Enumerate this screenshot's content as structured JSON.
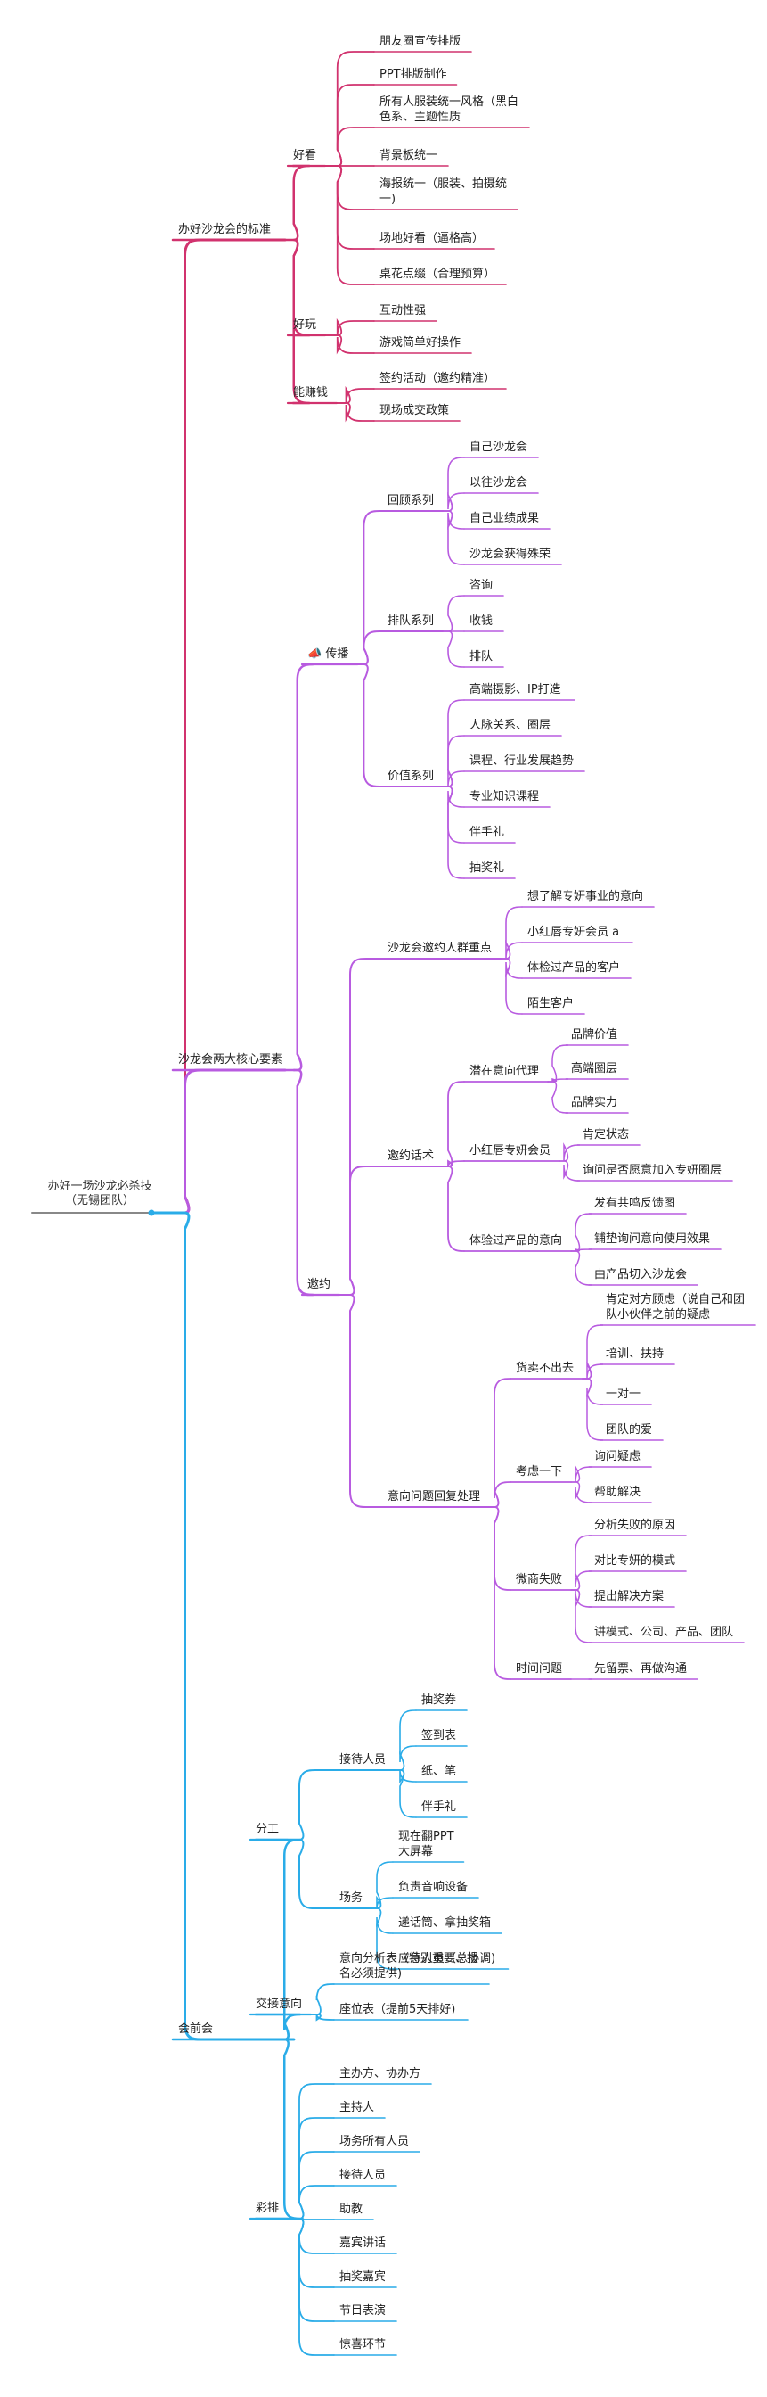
{
  "colors": {
    "root": "#888888",
    "branch_1": "#d1326e",
    "branch_2": "#b85be0",
    "branch_3": "#2aace8"
  },
  "icons": {
    "chuanbo": "megaphone-icon"
  },
  "root": {
    "line1": "办好一场沙龙必杀技",
    "line2": "（无锡团队）"
  },
  "branches": [
    {
      "id": "b1",
      "label": "办好沙龙会的标准",
      "children": [
        {
          "label": "好看",
          "children": [
            {
              "lines": [
                "朋友圈宣传排版"
              ]
            },
            {
              "lines": [
                "PPT排版制作"
              ]
            },
            {
              "lines": [
                "所有人服装统一风格（黑白",
                "色系、主题性质"
              ]
            },
            {
              "lines": [
                "背景板统一"
              ]
            },
            {
              "lines": [
                "海报统一（服装、拍摄统",
                "一)"
              ]
            },
            {
              "lines": [
                "场地好看（逼格高）"
              ]
            },
            {
              "lines": [
                "桌花点缀（合理预算）"
              ]
            }
          ]
        },
        {
          "label": "好玩",
          "children": [
            {
              "lines": [
                "互动性强"
              ]
            },
            {
              "lines": [
                "游戏简单好操作"
              ]
            }
          ]
        },
        {
          "label": "能赚钱",
          "children": [
            {
              "lines": [
                "签约活动（邀约精准）"
              ]
            },
            {
              "lines": [
                "现场成交政策"
              ]
            }
          ]
        }
      ]
    },
    {
      "id": "b2",
      "label": "沙龙会两大核心要素",
      "children": [
        {
          "label": "传播",
          "icon": "megaphone",
          "children": [
            {
              "label": "回顾系列",
              "children": [
                {
                  "lines": [
                    "自己沙龙会"
                  ]
                },
                {
                  "lines": [
                    "以往沙龙会"
                  ]
                },
                {
                  "lines": [
                    "自己业绩成果"
                  ]
                },
                {
                  "lines": [
                    "沙龙会获得殊荣"
                  ]
                }
              ]
            },
            {
              "label": "排队系列",
              "children": [
                {
                  "lines": [
                    "咨询"
                  ]
                },
                {
                  "lines": [
                    "收钱"
                  ]
                },
                {
                  "lines": [
                    "排队"
                  ]
                }
              ]
            },
            {
              "label": "价值系列",
              "children": [
                {
                  "lines": [
                    "高端摄影、IP打造"
                  ]
                },
                {
                  "lines": [
                    "人脉关系、圈层"
                  ]
                },
                {
                  "lines": [
                    "课程、行业发展趋势"
                  ]
                },
                {
                  "lines": [
                    "专业知识课程"
                  ]
                },
                {
                  "lines": [
                    "伴手礼"
                  ]
                },
                {
                  "lines": [
                    "抽奖礼"
                  ]
                }
              ]
            }
          ]
        },
        {
          "label": "邀约",
          "children": [
            {
              "label": "沙龙会邀约人群重点",
              "children": [
                {
                  "lines": [
                    "想了解专妍事业的意向"
                  ]
                },
                {
                  "lines": [
                    "小红唇专妍会员 a"
                  ]
                },
                {
                  "lines": [
                    "体检过产品的客户"
                  ]
                },
                {
                  "lines": [
                    "陌生客户"
                  ]
                }
              ]
            },
            {
              "label": "邀约话术",
              "children": [
                {
                  "label": "潜在意向代理",
                  "children": [
                    {
                      "lines": [
                        "品牌价值"
                      ]
                    },
                    {
                      "lines": [
                        "高端圈层"
                      ]
                    },
                    {
                      "lines": [
                        "品牌实力"
                      ]
                    }
                  ]
                },
                {
                  "label": "小红唇专妍会员",
                  "children": [
                    {
                      "lines": [
                        "肯定状态"
                      ]
                    },
                    {
                      "lines": [
                        "询问是否愿意加入专妍圈层"
                      ]
                    }
                  ]
                },
                {
                  "label": "体验过产品的意向",
                  "children": [
                    {
                      "lines": [
                        "发有共鸣反馈图"
                      ]
                    },
                    {
                      "lines": [
                        "铺垫询问意向使用效果"
                      ]
                    },
                    {
                      "lines": [
                        "由产品切入沙龙会"
                      ]
                    }
                  ]
                }
              ]
            },
            {
              "label": "意向问题回复处理",
              "children": [
                {
                  "label": "货卖不出去",
                  "children": [
                    {
                      "lines": [
                        "肯定对方顾虑（说自己和团",
                        "队小伙伴之前的疑虑"
                      ]
                    },
                    {
                      "lines": [
                        "培训、扶持"
                      ]
                    },
                    {
                      "lines": [
                        "一对一"
                      ]
                    },
                    {
                      "lines": [
                        "团队的爱"
                      ]
                    }
                  ]
                },
                {
                  "label": "考虑一下",
                  "children": [
                    {
                      "lines": [
                        "询问疑虑"
                      ]
                    },
                    {
                      "lines": [
                        "帮助解决"
                      ]
                    }
                  ]
                },
                {
                  "label": "微商失败",
                  "children": [
                    {
                      "lines": [
                        "分析失败的原因"
                      ]
                    },
                    {
                      "lines": [
                        "对比专妍的模式"
                      ]
                    },
                    {
                      "lines": [
                        "提出解决方案"
                      ]
                    },
                    {
                      "lines": [
                        "讲模式、公司、产品、团队"
                      ]
                    }
                  ]
                },
                {
                  "label": "时间问题",
                  "children": [
                    {
                      "lines": [
                        "先留票、再做沟通"
                      ]
                    }
                  ]
                }
              ]
            }
          ]
        }
      ]
    },
    {
      "id": "b3",
      "label": "会前会",
      "children": [
        {
          "label": "分工",
          "children": [
            {
              "label": "接待人员",
              "children": [
                {
                  "lines": [
                    "抽奖券"
                  ]
                },
                {
                  "lines": [
                    "签到表"
                  ]
                },
                {
                  "lines": [
                    "纸、笔"
                  ]
                },
                {
                  "lines": [
                    "伴手礼"
                  ]
                }
              ]
            },
            {
              "label": "场务",
              "children": [
                {
                  "lines": [
                    "现在翻PPT",
                    "大屏幕"
                  ]
                },
                {
                  "lines": [
                    "负责音响设备"
                  ]
                },
                {
                  "lines": [
                    "递话筒、拿抽奖箱"
                  ]
                },
                {
                  "lines": [
                    "应急人员（总协调)"
                  ]
                }
              ]
            }
          ]
        },
        {
          "label": "交接意向",
          "children": [
            {
              "lines": [
                "意向分析表（特别重要、报",
                "名必须提供)"
              ]
            },
            {
              "lines": [
                "座位表（提前5天排好)"
              ]
            }
          ]
        },
        {
          "label": "彩排",
          "children": [
            {
              "lines": [
                "主办方、协办方"
              ]
            },
            {
              "lines": [
                "主持人"
              ]
            },
            {
              "lines": [
                "场务所有人员"
              ]
            },
            {
              "lines": [
                "接待人员"
              ]
            },
            {
              "lines": [
                "助教"
              ]
            },
            {
              "lines": [
                "嘉宾讲话"
              ]
            },
            {
              "lines": [
                "抽奖嘉宾"
              ]
            },
            {
              "lines": [
                "节目表演"
              ]
            },
            {
              "lines": [
                "惊喜环节"
              ]
            }
          ]
        }
      ]
    }
  ]
}
